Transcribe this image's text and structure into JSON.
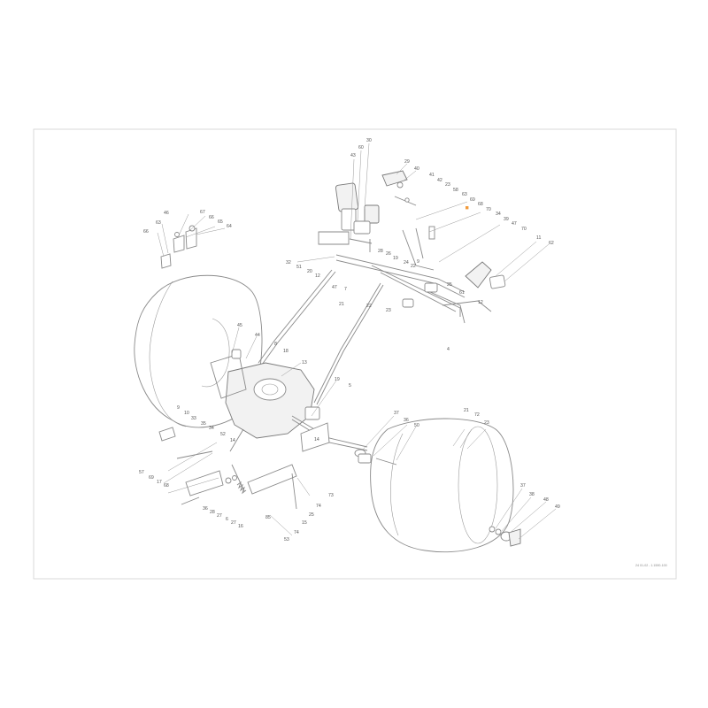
{
  "diagram": {
    "footer_ref": "24 01-02 - 1.1590-100",
    "highlight_color": "#f29a3a",
    "callouts": [
      {
        "text": "30"
      },
      {
        "text": "60"
      },
      {
        "text": "43"
      },
      {
        "text": "29"
      },
      {
        "text": "40"
      },
      {
        "text": "41"
      },
      {
        "text": "42"
      },
      {
        "text": "23"
      },
      {
        "text": "58"
      },
      {
        "text": "63"
      },
      {
        "text": "69"
      },
      {
        "text": "68"
      },
      {
        "text": "70"
      },
      {
        "text": "34"
      },
      {
        "text": "39"
      },
      {
        "text": "47"
      },
      {
        "text": "70"
      },
      {
        "text": "11"
      },
      {
        "text": "62"
      },
      {
        "text": "46"
      },
      {
        "text": "67"
      },
      {
        "text": "63"
      },
      {
        "text": "66"
      },
      {
        "text": "65"
      },
      {
        "text": "64"
      },
      {
        "text": "66"
      },
      {
        "text": "32"
      },
      {
        "text": "51"
      },
      {
        "text": "20"
      },
      {
        "text": "12"
      },
      {
        "text": "47"
      },
      {
        "text": "7"
      },
      {
        "text": "28"
      },
      {
        "text": "26"
      },
      {
        "text": "19"
      },
      {
        "text": "24"
      },
      {
        "text": "22"
      },
      {
        "text": "9"
      },
      {
        "text": "21"
      },
      {
        "text": "25"
      },
      {
        "text": "22"
      },
      {
        "text": "23"
      },
      {
        "text": "61"
      },
      {
        "text": "12"
      },
      {
        "text": "4"
      },
      {
        "text": "45"
      },
      {
        "text": "44"
      },
      {
        "text": "8"
      },
      {
        "text": "18"
      },
      {
        "text": "13"
      },
      {
        "text": "5"
      },
      {
        "text": "19"
      },
      {
        "text": "9"
      },
      {
        "text": "10"
      },
      {
        "text": "33"
      },
      {
        "text": "35"
      },
      {
        "text": "34"
      },
      {
        "text": "52"
      },
      {
        "text": "14"
      },
      {
        "text": "14"
      },
      {
        "text": "57"
      },
      {
        "text": "69"
      },
      {
        "text": "17"
      },
      {
        "text": "68"
      },
      {
        "text": "36"
      },
      {
        "text": "28"
      },
      {
        "text": "27"
      },
      {
        "text": "6"
      },
      {
        "text": "27"
      },
      {
        "text": "16"
      },
      {
        "text": "73"
      },
      {
        "text": "74"
      },
      {
        "text": "25"
      },
      {
        "text": "15"
      },
      {
        "text": "74"
      },
      {
        "text": "53"
      },
      {
        "text": "85"
      },
      {
        "text": "37"
      },
      {
        "text": "36"
      },
      {
        "text": "50"
      },
      {
        "text": "21"
      },
      {
        "text": "72"
      },
      {
        "text": "23"
      },
      {
        "text": "37"
      },
      {
        "text": "38"
      },
      {
        "text": "48"
      },
      {
        "text": "49"
      }
    ]
  }
}
